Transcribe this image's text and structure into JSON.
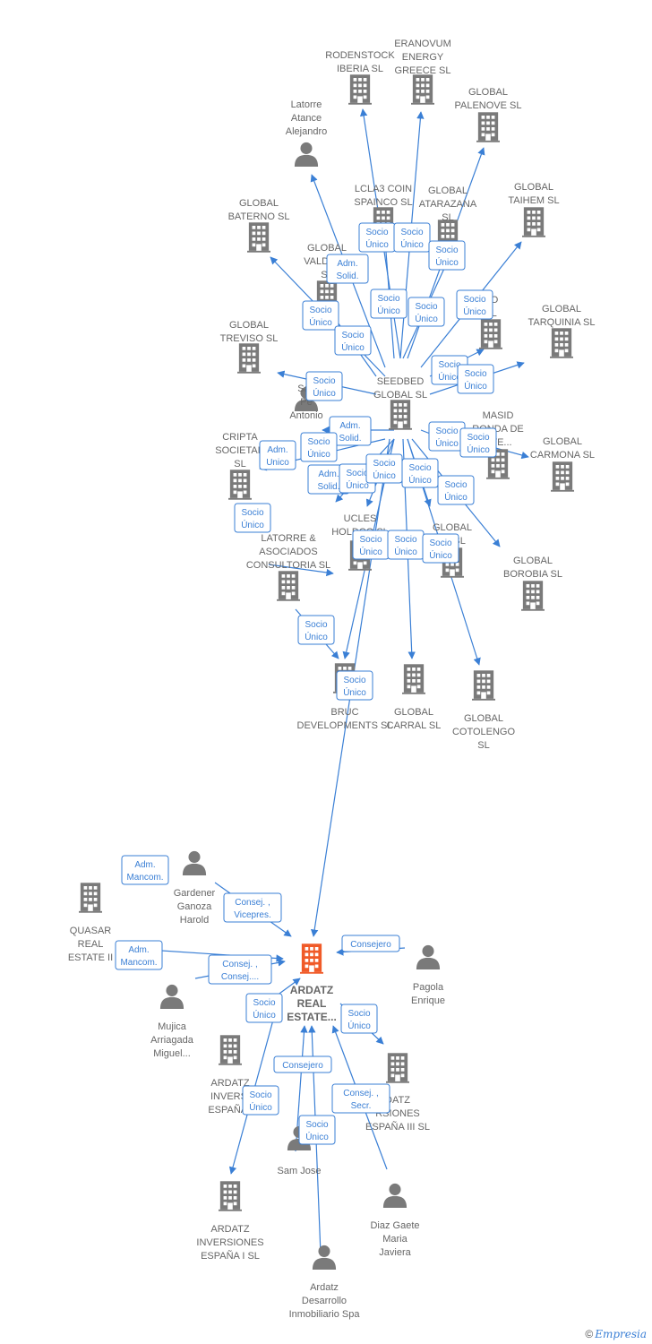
{
  "colors": {
    "edge": "#3a7fd5",
    "building": "#7a7a7a",
    "building_main": "#f05a28",
    "person": "#7a7a7a",
    "label": "#666666"
  },
  "nodes": [
    {
      "id": "rodenstock",
      "type": "company",
      "label": [
        "RODENSTOCK",
        "IBERIA  SL"
      ]
    },
    {
      "id": "eranovum",
      "type": "company",
      "label": [
        "ERANOVUM",
        "ENERGY",
        "GREECE  SL"
      ]
    },
    {
      "id": "palenove",
      "type": "company",
      "label": [
        "GLOBAL",
        "PALENOVE  SL"
      ]
    },
    {
      "id": "latorre_atance",
      "type": "person",
      "label": [
        "Latorre",
        "Atance",
        "Alejandro"
      ]
    },
    {
      "id": "lcla3",
      "type": "company",
      "label": [
        "LCLA3 COIN",
        "SPAINCO  SL"
      ]
    },
    {
      "id": "atarazana",
      "type": "company",
      "label": [
        "GLOBAL",
        "ATARAZANA",
        "SL"
      ]
    },
    {
      "id": "taihem",
      "type": "company",
      "label": [
        "GLOBAL",
        "TAIHEM SL"
      ]
    },
    {
      "id": "baterno",
      "type": "company",
      "label": [
        "GLOBAL",
        "BATERNO  SL"
      ]
    },
    {
      "id": "valdeno",
      "type": "company",
      "label": [
        "GLOBAL",
        "VALDENO",
        "SL"
      ]
    },
    {
      "id": "global_co",
      "type": "company",
      "label": [
        "CO",
        "SL"
      ]
    },
    {
      "id": "tarquinia",
      "type": "company",
      "label": [
        "GLOBAL",
        "TARQUINIA  SL"
      ]
    },
    {
      "id": "treviso",
      "type": "company",
      "label": [
        "GLOBAL",
        "TREVISO  SL"
      ]
    },
    {
      "id": "seedbed",
      "type": "company",
      "label": [
        "SEEDBED",
        "GLOBAL  SL"
      ]
    },
    {
      "id": "antonio",
      "type": "person",
      "label": [
        "San",
        "Pe",
        "Antonio"
      ]
    },
    {
      "id": "masid",
      "type": "company",
      "label": [
        "MASID",
        "RONDA DE",
        "NTE..."
      ]
    },
    {
      "id": "carmona",
      "type": "company",
      "label": [
        "GLOBAL",
        "CARMONA  SL"
      ]
    },
    {
      "id": "cripta",
      "type": "company",
      "label": [
        "CRIPTA",
        "SOCIETAR",
        "SL"
      ]
    },
    {
      "id": "latorre_asoc",
      "type": "company",
      "label": [
        "LATORRE &",
        "ASOCIADOS",
        "CONSULTORIA SL"
      ]
    },
    {
      "id": "ucles",
      "type": "company",
      "label": [
        "UCLES",
        "HOLDCO  SL"
      ]
    },
    {
      "id": "global_pa",
      "type": "company",
      "label": [
        "GLOBAL",
        "PA  SL"
      ]
    },
    {
      "id": "borobia",
      "type": "company",
      "label": [
        "GLOBAL",
        "BOROBIA  SL"
      ]
    },
    {
      "id": "bruc",
      "type": "company",
      "label": [
        "BRUC",
        "DEVELOPMENTS SL"
      ]
    },
    {
      "id": "carral",
      "type": "company",
      "label": [
        "GLOBAL",
        "CARRAL  SL"
      ]
    },
    {
      "id": "cotolengo",
      "type": "company",
      "label": [
        "GLOBAL",
        "COTOLENGO",
        "SL"
      ]
    },
    {
      "id": "gardener",
      "type": "person",
      "label": [
        "Gardener",
        "Ganoza",
        "Harold"
      ]
    },
    {
      "id": "quasar",
      "type": "company",
      "label": [
        "QUASAR",
        "REAL",
        "ESTATE II"
      ]
    },
    {
      "id": "ardatz",
      "type": "company_main",
      "label": [
        "ARDATZ",
        "REAL",
        "ESTATE..."
      ]
    },
    {
      "id": "pagola",
      "type": "person",
      "label": [
        "Pagola",
        "Enrique"
      ]
    },
    {
      "id": "mujica",
      "type": "person",
      "label": [
        "Mujica",
        "Arriagada",
        "Miguel..."
      ]
    },
    {
      "id": "ardatz_ii",
      "type": "company",
      "label": [
        "ARDATZ",
        "INVERSI",
        "ESPAÑA I"
      ]
    },
    {
      "id": "ardatz_iii",
      "type": "company",
      "label": [
        "DATZ",
        "RSIONES",
        "ESPAÑA III  SL"
      ]
    },
    {
      "id": "samjose",
      "type": "person",
      "label": [
        "Sam Jose"
      ]
    },
    {
      "id": "ardatz_i",
      "type": "company",
      "label": [
        "ARDATZ",
        "INVERSIONES",
        "ESPAÑA I  SL"
      ]
    },
    {
      "id": "diaz",
      "type": "person",
      "label": [
        "Diaz Gaete",
        "Maria",
        "Javiera"
      ]
    },
    {
      "id": "ardatz_des",
      "type": "person",
      "label": [
        "Ardatz",
        "Desarrollo",
        "Inmobiliario Spa"
      ]
    }
  ],
  "badges": [
    {
      "lines": [
        "Socio",
        "Único"
      ]
    },
    {
      "lines": [
        "Socio",
        "Único"
      ]
    },
    {
      "lines": [
        "Socio",
        "Único"
      ]
    },
    {
      "lines": [
        "Adm.",
        "Solid."
      ]
    },
    {
      "lines": [
        "Socio",
        "Único"
      ]
    },
    {
      "lines": [
        "Socio",
        "Único"
      ]
    },
    {
      "lines": [
        "Socio",
        "Único"
      ]
    },
    {
      "lines": [
        "Socio",
        "Único"
      ]
    },
    {
      "lines": [
        "Socio",
        "Único"
      ]
    },
    {
      "lines": [
        "Socio",
        "Único"
      ]
    },
    {
      "lines": [
        "Socio",
        "Único"
      ]
    },
    {
      "lines": [
        "Socio",
        "Único"
      ]
    },
    {
      "lines": [
        "Adm.",
        "Solid."
      ]
    },
    {
      "lines": [
        "Adm.",
        "Unico"
      ]
    },
    {
      "lines": [
        "Socio",
        "Único"
      ]
    },
    {
      "lines": [
        "Socio",
        "Único"
      ]
    },
    {
      "lines": [
        "Socio",
        "Único"
      ]
    },
    {
      "lines": [
        "Adm.",
        "Solid."
      ]
    },
    {
      "lines": [
        "Socio",
        "Único"
      ]
    },
    {
      "lines": [
        "Socio",
        "Único"
      ]
    },
    {
      "lines": [
        "Socio",
        "Único"
      ]
    },
    {
      "lines": [
        "Socio",
        "Único"
      ]
    },
    {
      "lines": [
        "Socio",
        "Único"
      ]
    },
    {
      "lines": [
        "Socio",
        "Único"
      ]
    },
    {
      "lines": [
        "Socio",
        "Único"
      ]
    },
    {
      "lines": [
        "Socio",
        "Único"
      ]
    },
    {
      "lines": [
        "Socio",
        "Único"
      ]
    },
    {
      "lines": [
        "Socio",
        "Único"
      ]
    },
    {
      "lines": [
        "Adm.",
        "Mancom."
      ]
    },
    {
      "lines": [
        "Consej. ,",
        "Vicepres."
      ]
    },
    {
      "lines": [
        "Adm.",
        "Mancom."
      ]
    },
    {
      "lines": [
        "Consejero"
      ]
    },
    {
      "lines": [
        "Consej. ,",
        "Consej...."
      ]
    },
    {
      "lines": [
        "Socio",
        "Único"
      ]
    },
    {
      "lines": [
        "Socio",
        "Único"
      ]
    },
    {
      "lines": [
        "Consejero"
      ]
    },
    {
      "lines": [
        "Socio",
        "Único"
      ]
    },
    {
      "lines": [
        "Consej. ,",
        "Secr."
      ]
    },
    {
      "lines": [
        "Socio",
        "Único"
      ]
    }
  ],
  "footer": {
    "copyright": "©",
    "brand": "Empresia"
  }
}
